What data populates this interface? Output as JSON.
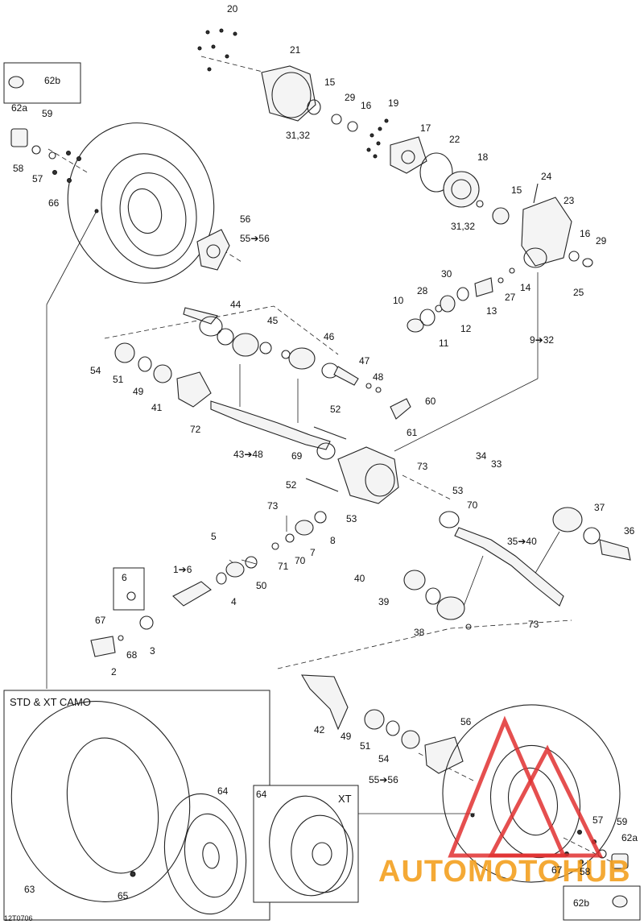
{
  "figure_id": "12T0706",
  "labels": [
    {
      "id": "l20",
      "text": "20"
    },
    {
      "id": "l21",
      "text": "21"
    },
    {
      "id": "l15a",
      "text": "15"
    },
    {
      "id": "l29a",
      "text": "29"
    },
    {
      "id": "l16a",
      "text": "16"
    },
    {
      "id": "l19",
      "text": "19"
    },
    {
      "id": "l17",
      "text": "17"
    },
    {
      "id": "l22",
      "text": "22"
    },
    {
      "id": "l18",
      "text": "18"
    },
    {
      "id": "l3132a",
      "text": "31,32"
    },
    {
      "id": "l24",
      "text": "24"
    },
    {
      "id": "l15b",
      "text": "15"
    },
    {
      "id": "l23",
      "text": "23"
    },
    {
      "id": "l3132b",
      "text": "31,32"
    },
    {
      "id": "l16b",
      "text": "16"
    },
    {
      "id": "l29b",
      "text": "29"
    },
    {
      "id": "l25",
      "text": "25"
    },
    {
      "id": "l14",
      "text": "14"
    },
    {
      "id": "l30",
      "text": "30"
    },
    {
      "id": "l28",
      "text": "28"
    },
    {
      "id": "l27",
      "text": "27"
    },
    {
      "id": "l13",
      "text": "13"
    },
    {
      "id": "l10",
      "text": "10"
    },
    {
      "id": "l12",
      "text": "12"
    },
    {
      "id": "l11",
      "text": "11"
    },
    {
      "id": "l932",
      "text": "9➔32"
    },
    {
      "id": "l62bTop",
      "text": "62b"
    },
    {
      "id": "l62aTop",
      "text": "62a"
    },
    {
      "id": "l59Top",
      "text": "59"
    },
    {
      "id": "l58Top",
      "text": "58"
    },
    {
      "id": "l57Top",
      "text": "57"
    },
    {
      "id": "l66",
      "text": "66"
    },
    {
      "id": "l56Top",
      "text": "56"
    },
    {
      "id": "l5556Top",
      "text": "55➔56"
    },
    {
      "id": "l44",
      "text": "44"
    },
    {
      "id": "l45",
      "text": "45"
    },
    {
      "id": "l46",
      "text": "46"
    },
    {
      "id": "l47",
      "text": "47"
    },
    {
      "id": "l48",
      "text": "48"
    },
    {
      "id": "l54Top",
      "text": "54"
    },
    {
      "id": "l51Top",
      "text": "51"
    },
    {
      "id": "l49Top",
      "text": "49"
    },
    {
      "id": "l41",
      "text": "41"
    },
    {
      "id": "l72",
      "text": "72"
    },
    {
      "id": "l4348",
      "text": "43➔48"
    },
    {
      "id": "l52a",
      "text": "52"
    },
    {
      "id": "l60",
      "text": "60"
    },
    {
      "id": "l61",
      "text": "61"
    },
    {
      "id": "l69",
      "text": "69"
    },
    {
      "id": "l73a",
      "text": "73"
    },
    {
      "id": "l34",
      "text": "34"
    },
    {
      "id": "l33",
      "text": "33"
    },
    {
      "id": "l52b",
      "text": "52"
    },
    {
      "id": "l53a",
      "text": "53"
    },
    {
      "id": "l73b",
      "text": "73"
    },
    {
      "id": "l53b",
      "text": "53"
    },
    {
      "id": "l70a",
      "text": "70"
    },
    {
      "id": "l37",
      "text": "37"
    },
    {
      "id": "l36",
      "text": "36"
    },
    {
      "id": "l8",
      "text": "8"
    },
    {
      "id": "l5",
      "text": "5"
    },
    {
      "id": "l7",
      "text": "7"
    },
    {
      "id": "l70b",
      "text": "70"
    },
    {
      "id": "l71",
      "text": "71"
    },
    {
      "id": "l3540",
      "text": "35➔40"
    },
    {
      "id": "l16to",
      "text": "1➔6"
    },
    {
      "id": "l50",
      "text": "50"
    },
    {
      "id": "l4",
      "text": "4"
    },
    {
      "id": "l6",
      "text": "6"
    },
    {
      "id": "l40",
      "text": "40"
    },
    {
      "id": "l39",
      "text": "39"
    },
    {
      "id": "l38",
      "text": "38"
    },
    {
      "id": "l73c",
      "text": "73"
    },
    {
      "id": "l67a",
      "text": "67"
    },
    {
      "id": "l68",
      "text": "68"
    },
    {
      "id": "l3",
      "text": "3"
    },
    {
      "id": "l2",
      "text": "2"
    },
    {
      "id": "l42",
      "text": "42"
    },
    {
      "id": "l49Bot",
      "text": "49"
    },
    {
      "id": "l56Bot",
      "text": "56"
    },
    {
      "id": "l51Bot",
      "text": "51"
    },
    {
      "id": "l54Bot",
      "text": "54"
    },
    {
      "id": "l5556Bot",
      "text": "55➔56"
    },
    {
      "id": "l64a",
      "text": "64"
    },
    {
      "id": "l64b",
      "text": "64"
    },
    {
      "id": "l63",
      "text": "63"
    },
    {
      "id": "l65",
      "text": "65"
    },
    {
      "id": "l57Bot",
      "text": "57"
    },
    {
      "id": "l59Bot",
      "text": "59"
    },
    {
      "id": "l62aBot",
      "text": "62a"
    },
    {
      "id": "l67b",
      "text": "67"
    },
    {
      "id": "l58Bot",
      "text": "58"
    },
    {
      "id": "l62bBot",
      "text": "62b"
    }
  ],
  "boxes": {
    "std_title": "STD & XT CAMO",
    "xt_title": "XT"
  },
  "watermark": {
    "text": "AUTOMOTOHUB",
    "triangle_color": "#e03030",
    "text_color": "#f3a020"
  }
}
